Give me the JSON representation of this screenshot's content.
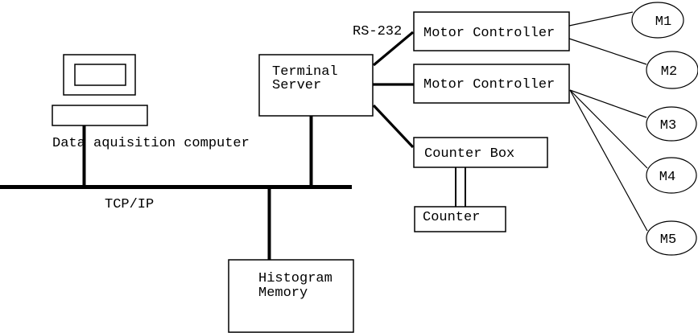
{
  "diagram": {
    "labels": {
      "computer": "Data aquisition computer",
      "network_bus": "TCP/IP",
      "serial_link": "RS-232"
    },
    "nodes": {
      "terminal_server": {
        "line1": "Terminal",
        "line2": "Server"
      },
      "motor_controller_1": {
        "label": "Motor Controller"
      },
      "motor_controller_2": {
        "label": "Motor Controller"
      },
      "counter_box": {
        "label": "Counter Box"
      },
      "counter": {
        "label": "Counter"
      },
      "histogram_memory": {
        "line1": "Histogram",
        "line2": "Memory"
      }
    },
    "motors": [
      {
        "label": "M1"
      },
      {
        "label": "M2"
      },
      {
        "label": "M3"
      },
      {
        "label": "M4"
      },
      {
        "label": "M5"
      }
    ],
    "colors": {
      "stroke": "#000000",
      "background": "#ffffff"
    }
  }
}
